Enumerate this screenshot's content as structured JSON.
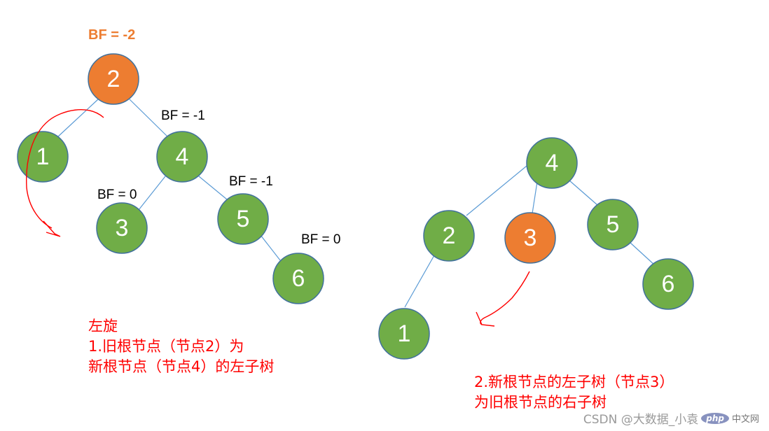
{
  "left_tree": {
    "root_bf": "BF = -2",
    "nodes": {
      "n2": "2",
      "n1": "1",
      "n4": "4",
      "n3": "3",
      "n5": "5",
      "n6": "6"
    },
    "bf_labels": {
      "n4": "BF = -1",
      "n3": "BF = 0",
      "n5": "BF = -1",
      "n6": "BF = 0"
    }
  },
  "right_tree": {
    "nodes": {
      "n4": "4",
      "n2": "2",
      "n3": "3",
      "n5": "5",
      "n1": "1",
      "n6": "6"
    }
  },
  "notes": {
    "left": [
      "左旋",
      "1.旧根节点（节点2）为",
      "新根节点（节点4）的左子树"
    ],
    "right": [
      "2.新根节点的左子树（节点3）",
      "为旧根节点的右子树"
    ]
  },
  "watermark": {
    "text": "CSDN @大数据_小袁",
    "logo": "php",
    "site": "中文网"
  },
  "colors": {
    "node_default": "#70ad47",
    "node_highlight": "#ed7d31",
    "edge": "#5b9bd5",
    "annotation": "#ff0000"
  }
}
